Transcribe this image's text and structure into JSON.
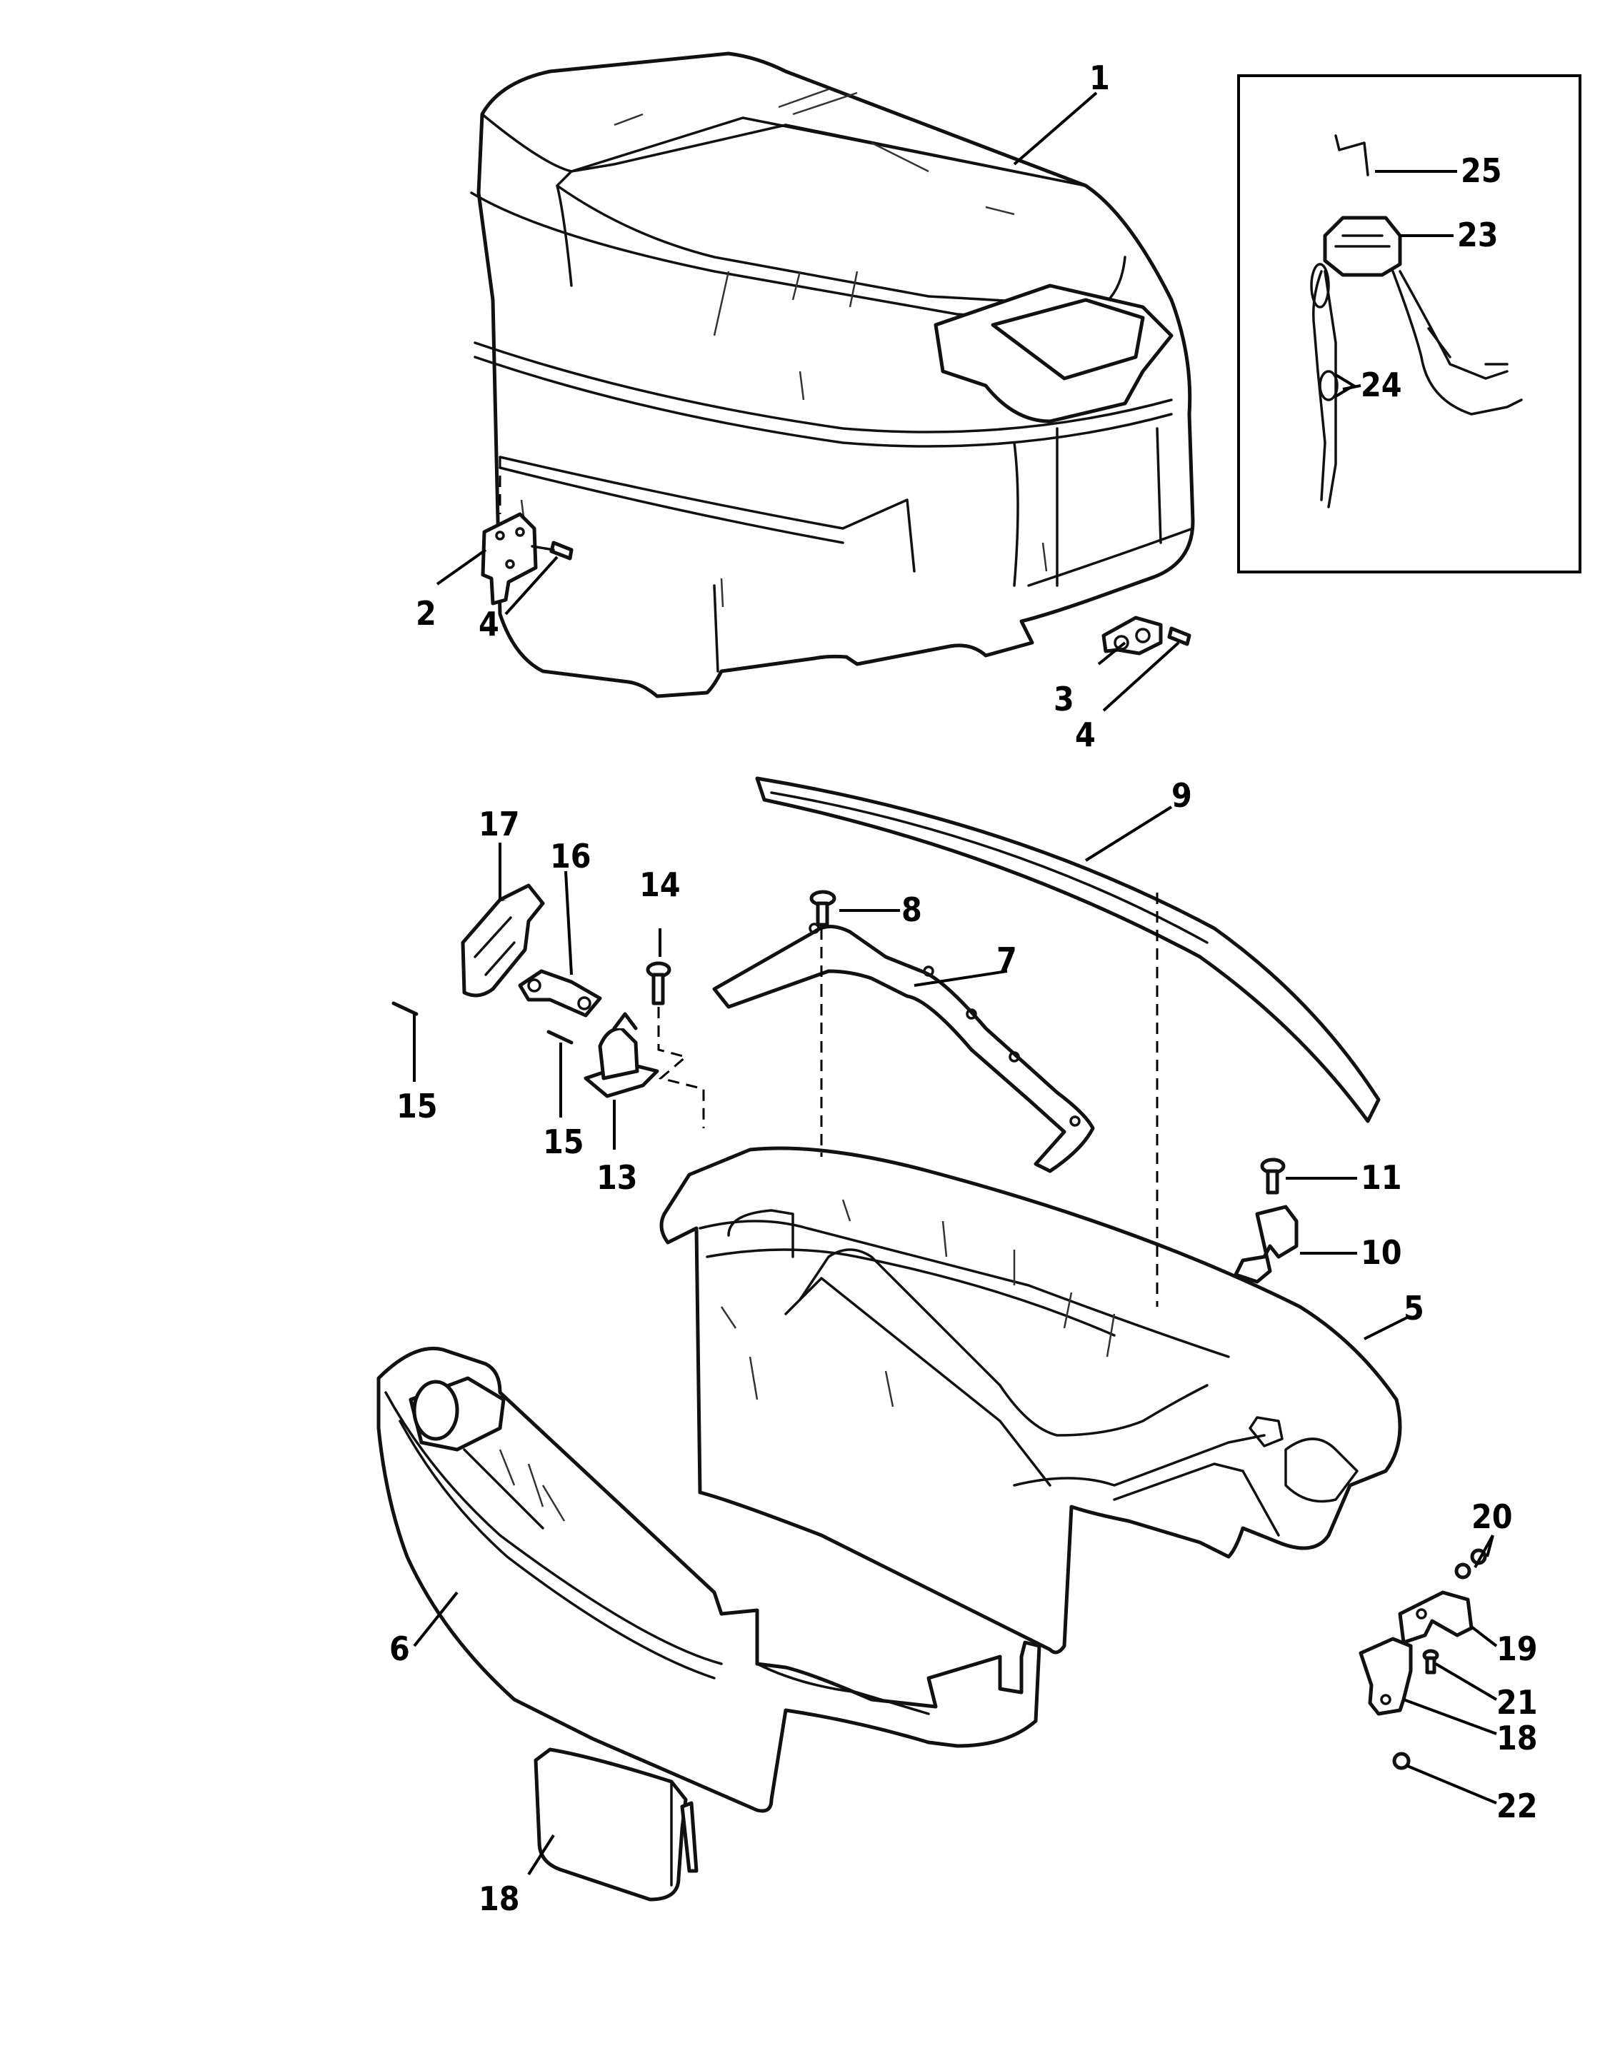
{
  "diagram": {
    "callouts": {
      "c1": "1",
      "c2": "2",
      "c3": "3",
      "c4a": "4",
      "c4b": "4",
      "c5": "5",
      "c6": "6",
      "c7": "7",
      "c8": "8",
      "c9": "9",
      "c10": "10",
      "c11": "11",
      "c13": "13",
      "c14": "14",
      "c15a": "15",
      "c15b": "15",
      "c16": "16",
      "c17": "17",
      "c18a": "18",
      "c18b": "18",
      "c19": "19",
      "c20": "20",
      "c21": "21",
      "c22": "22",
      "c23": "23",
      "c24": "24",
      "c25": "25"
    }
  }
}
